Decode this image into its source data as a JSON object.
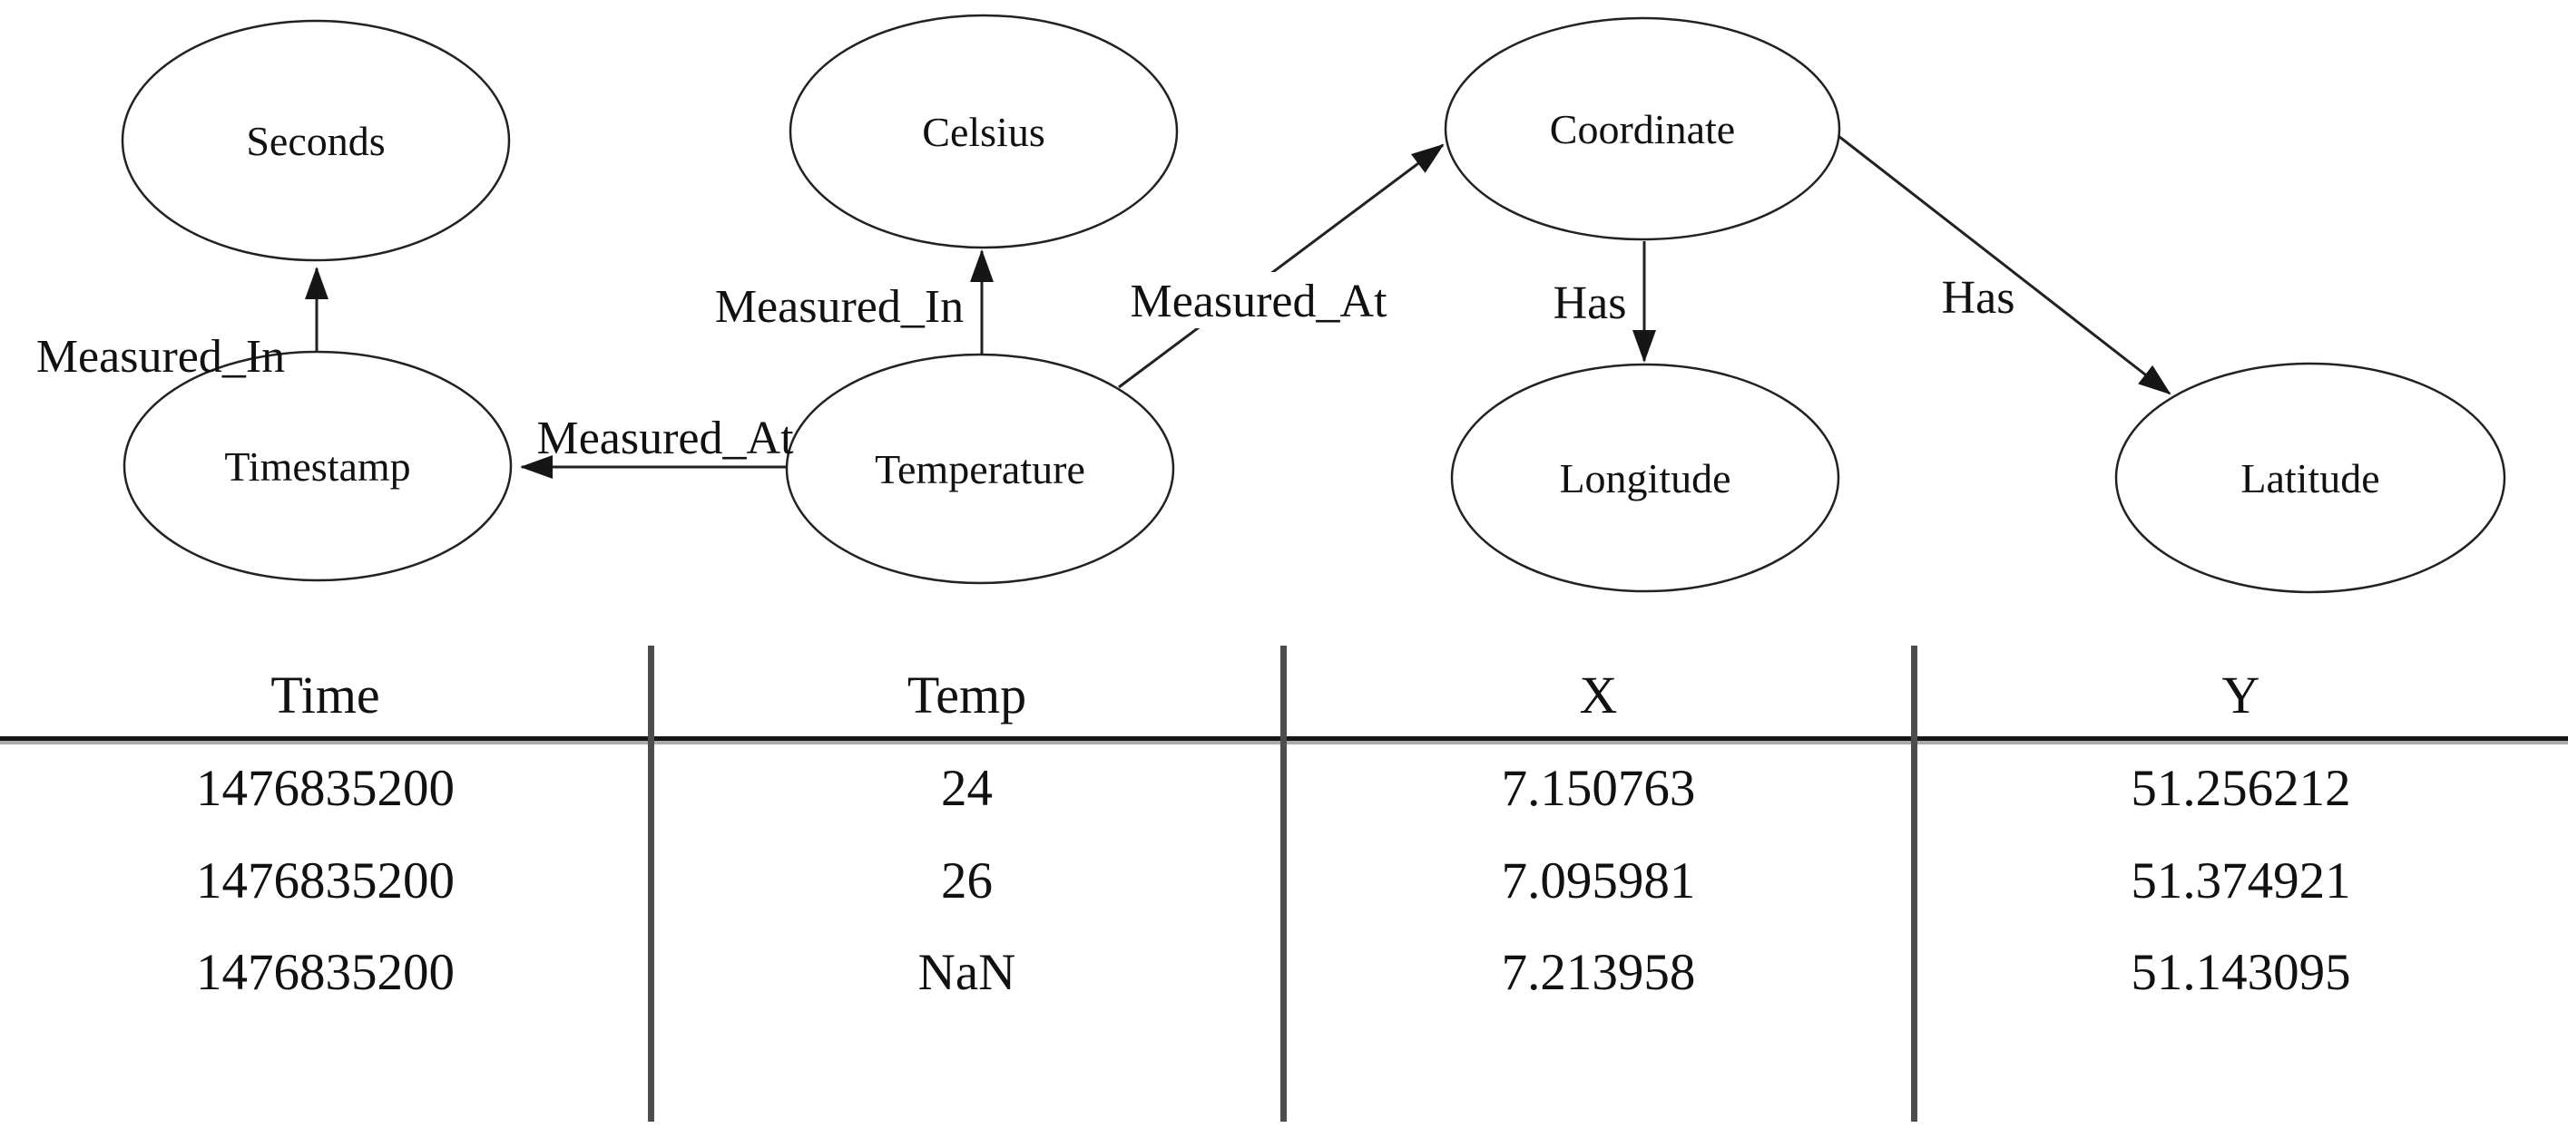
{
  "diagram": {
    "nodes": [
      {
        "label": "Seconds"
      },
      {
        "label": "Celsius"
      },
      {
        "label": "Coordinate"
      },
      {
        "label": "Timestamp"
      },
      {
        "label": "Temperature"
      },
      {
        "label": "Longitude"
      },
      {
        "label": "Latitude"
      }
    ],
    "edges": [
      {
        "label": "Measured_In",
        "from": "Timestamp",
        "to": "Seconds"
      },
      {
        "label": "Measured_In",
        "from": "Temperature",
        "to": "Celsius"
      },
      {
        "label": "Measured_At",
        "from": "Temperature",
        "to": "Timestamp"
      },
      {
        "label": "Measured_At",
        "from": "Temperature",
        "to": "Coordinate"
      },
      {
        "label": "Has",
        "from": "Coordinate",
        "to": "Longitude"
      },
      {
        "label": "Has",
        "from": "Coordinate",
        "to": "Latitude"
      }
    ]
  },
  "table": {
    "columns": [
      "Time",
      "Temp",
      "X",
      "Y"
    ],
    "rows": [
      [
        "1476835200",
        "24",
        "7.150763",
        "51.256212"
      ],
      [
        "1476835200",
        "26",
        "7.095981",
        "51.374921"
      ],
      [
        "1476835200",
        "NaN",
        "7.213958",
        "51.143095"
      ]
    ]
  },
  "colors": {
    "ink": "#222222",
    "divider_gray": "#4d4d4d",
    "rule_black": "#161616",
    "rule_shadow": "#ababab",
    "background": "#ffffff"
  }
}
